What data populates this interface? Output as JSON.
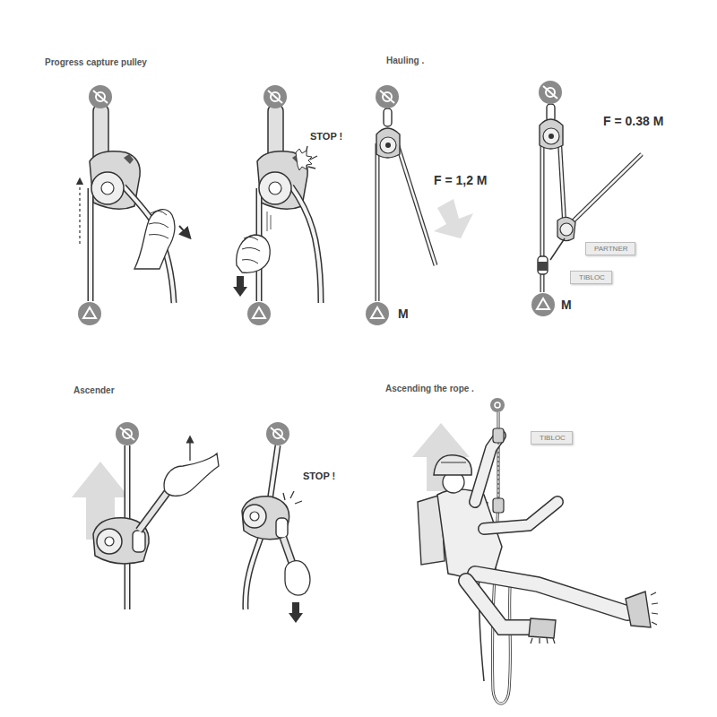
{
  "diagram": {
    "nodes": [
      {
        "text": [
          "PARTNER"
        ]
      },
      {
        "text": [
          "TIBLOC"
        ]
      },
      {
        "text": [
          "TIBLOC"
        ]
      }
    ],
    "labels": [
      "Progress capture pulley",
      "Hauling .",
      "STOP !",
      "F = 0.38 M",
      "F = 1,2 M",
      "M",
      "M",
      "Ascender",
      "Ascending the rope .",
      "STOP !"
    ]
  }
}
